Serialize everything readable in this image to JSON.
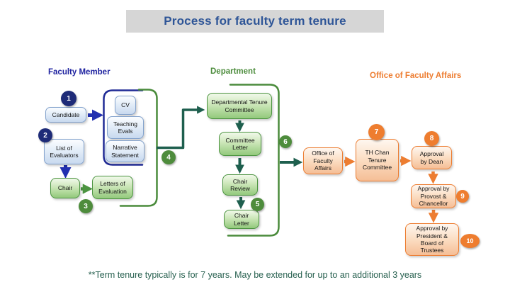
{
  "title": "Process for faculty term tenure",
  "columns": {
    "faculty_member": "Faculty Member",
    "department": "Department",
    "office_of_faculty_affairs": "Office of Faculty Affairs"
  },
  "nodes": {
    "candidate": "Candidate",
    "list_of_evaluators": "List of Evaluators",
    "cv": "CV",
    "teaching_evals": "Teaching Evals",
    "narrative_statement": "Narrative Statement",
    "chair": "Chair",
    "letters_of_evaluation": "Letters of Evaluation",
    "departmental_tenure_committee": "Departmental Tenure Committee",
    "committee_letter": "Committee Letter",
    "chair_review": "Chair Review",
    "chair_letter": "Chair Letter",
    "office_of_faculty_affairs": "Office of Faculty Affairs",
    "th_chan_tenure_committee": "TH Chan Tenure Committee",
    "approval_by_dean": "Approval by Dean",
    "approval_by_provost_chancellor": "Approval by Provost & Chancellor",
    "approval_by_president_board": "Approval by President & Board of Trustees"
  },
  "steps": [
    "1",
    "2",
    "3",
    "4",
    "5",
    "6",
    "7",
    "8",
    "9",
    "10"
  ],
  "footnote": "**Term tenure typically is for 7 years.  May be extended for up to an additional 3 years",
  "colors": {
    "title_text": "#2E5597",
    "title_background": "#D6D6D6",
    "faculty_header": "#1F23A0",
    "navy_circle": "#1E2B78",
    "blue_arrow": "#2230B0",
    "blue_box_border": "#84A3CD",
    "department_header": "#4C8C3C",
    "green_circle": "#4E8C3C",
    "green_box_border": "#4C9441",
    "dark_green_arrow": "#1E5F4E",
    "office_header": "#ED7D31",
    "orange_accent": "#ED7D31",
    "footnote_text": "#27604F"
  }
}
